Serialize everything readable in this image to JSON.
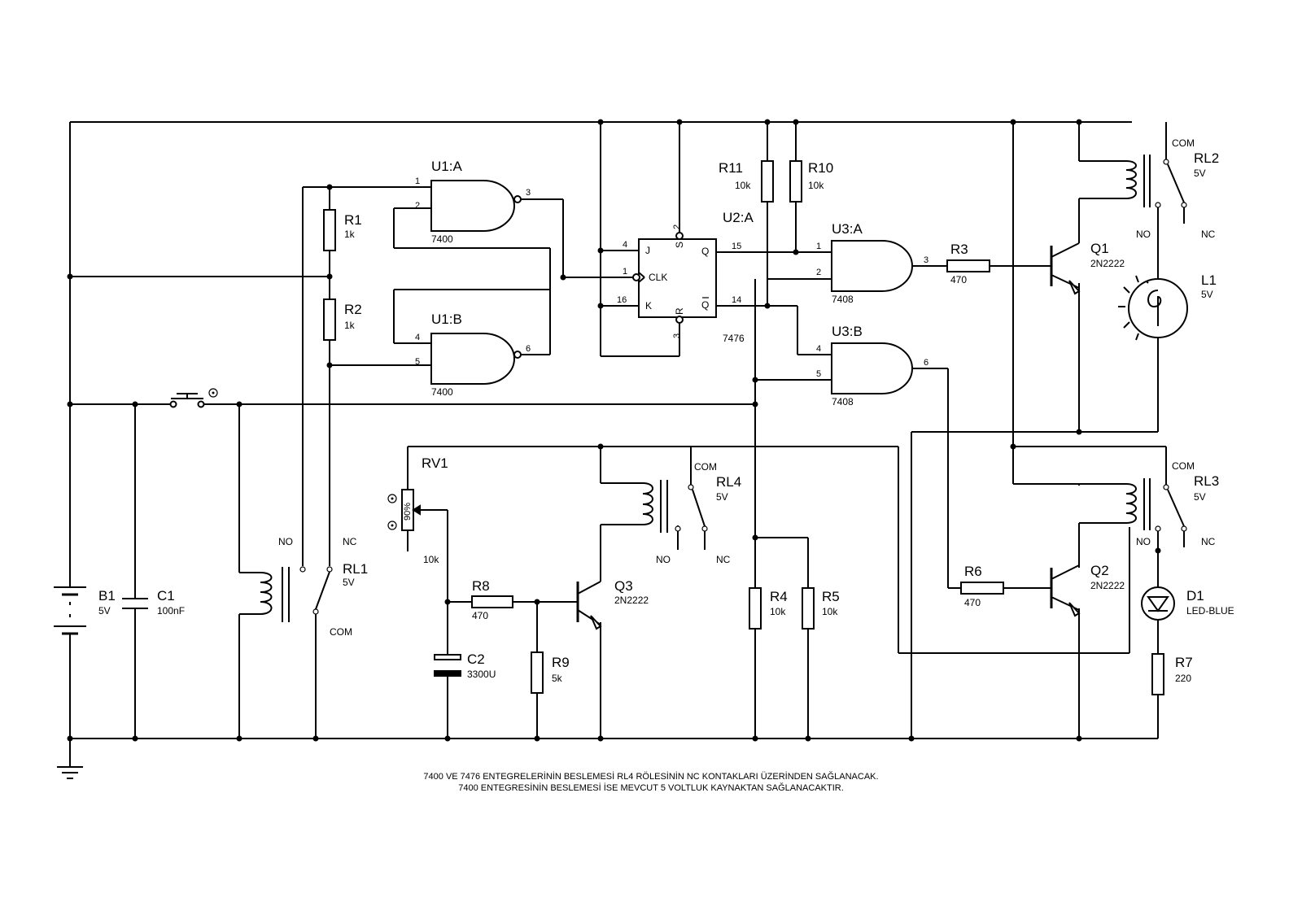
{
  "components": {
    "B1": {
      "ref": "B1",
      "value": "5V"
    },
    "C1": {
      "ref": "C1",
      "value": "100nF"
    },
    "C2": {
      "ref": "C2",
      "value": "3300U"
    },
    "R1": {
      "ref": "R1",
      "value": "1k"
    },
    "R2": {
      "ref": "R2",
      "value": "1k"
    },
    "R3": {
      "ref": "R3",
      "value": "470"
    },
    "R4": {
      "ref": "R4",
      "value": "10k"
    },
    "R5": {
      "ref": "R5",
      "value": "10k"
    },
    "R6": {
      "ref": "R6",
      "value": "470"
    },
    "R7": {
      "ref": "R7",
      "value": "220"
    },
    "R8": {
      "ref": "R8",
      "value": "470"
    },
    "R9": {
      "ref": "R9",
      "value": "5k"
    },
    "R10": {
      "ref": "R10",
      "value": "10k"
    },
    "R11": {
      "ref": "R11",
      "value": "10k"
    },
    "RV1": {
      "ref": "RV1",
      "value": "10k",
      "wiper": "90%"
    },
    "U1A": {
      "ref": "U1:A",
      "value": "7400"
    },
    "U1B": {
      "ref": "U1:B",
      "value": "7400"
    },
    "U2A": {
      "ref": "U2:A",
      "value": "7476"
    },
    "U3A": {
      "ref": "U3:A",
      "value": "7408"
    },
    "U3B": {
      "ref": "U3:B",
      "value": "7408"
    },
    "Q1": {
      "ref": "Q1",
      "value": "2N2222"
    },
    "Q2": {
      "ref": "Q2",
      "value": "2N2222"
    },
    "Q3": {
      "ref": "Q3",
      "value": "2N2222"
    },
    "L1": {
      "ref": "L1",
      "value": "5V"
    },
    "D1": {
      "ref": "D1",
      "value": "LED-BLUE"
    },
    "RL1": {
      "ref": "RL1",
      "value": "5V"
    },
    "RL2": {
      "ref": "RL2",
      "value": "5V"
    },
    "RL3": {
      "ref": "RL3",
      "value": "5V"
    },
    "RL4": {
      "ref": "RL4",
      "value": "5V"
    }
  },
  "relay_contacts": {
    "no": "NO",
    "nc": "NC",
    "com": "COM"
  },
  "ff_pins": {
    "j": "J",
    "k": "K",
    "clk": "CLK",
    "q": "Q",
    "qbar": "Q",
    "s": "S",
    "r": "R"
  },
  "pin_numbers": {
    "u1a_in1": "1",
    "u1a_in2": "2",
    "u1a_out": "3",
    "u1b_in1": "4",
    "u1b_in2": "5",
    "u1b_out": "6",
    "u2_j": "4",
    "u2_clk": "1",
    "u2_k": "16",
    "u2_s": "2",
    "u2_r": "3",
    "u2_q": "15",
    "u2_qbar": "14",
    "u3a_in1": "1",
    "u3a_in2": "2",
    "u3a_out": "3",
    "u3b_in1": "4",
    "u3b_in2": "5",
    "u3b_out": "6"
  },
  "notes": {
    "line1": "7400 VE 7476 ENTEGRELERİNİN BESLEMESİ RL4 RÖLESİNİN NC KONTAKLARI ÜZERİNDEN SAĞLANACAK.",
    "line2": "7400 ENTEGRESİNİN BESLEMESİ İSE MEVCUT 5 VOLTLUK KAYNAKTAN SAĞLANACAKTIR."
  }
}
